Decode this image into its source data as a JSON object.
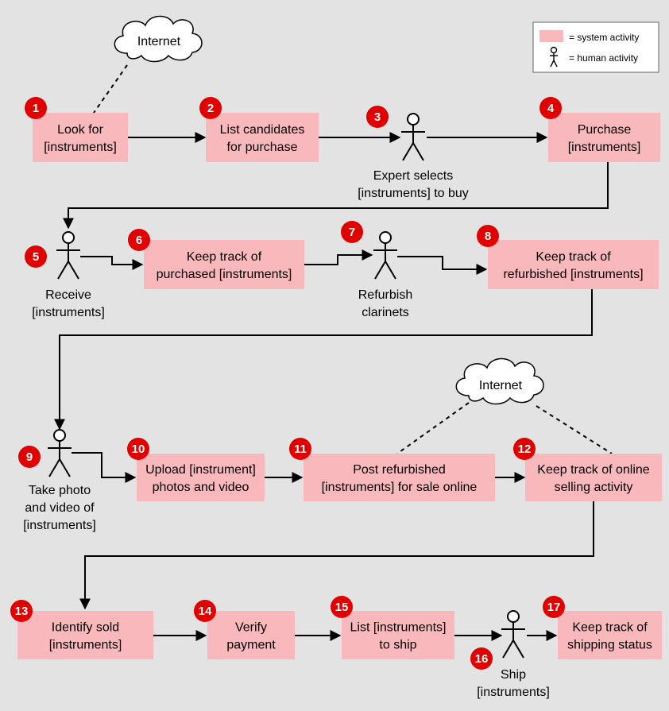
{
  "clouds": {
    "top": "Internet",
    "middle": "Internet"
  },
  "legend": {
    "system_label": "= system activity",
    "human_label": "= human activity",
    "system_color": "#f9b8bc"
  },
  "colors": {
    "box_fill": "#f9b8bc",
    "badge": "#e00000",
    "background": "#e3e3e3"
  },
  "steps": [
    {
      "num": "1",
      "kind": "system",
      "lines": [
        "Look for",
        "[instruments]"
      ]
    },
    {
      "num": "2",
      "kind": "system",
      "lines": [
        "List candidates",
        "for purchase"
      ]
    },
    {
      "num": "3",
      "kind": "human",
      "lines": [
        "Expert selects",
        "[instruments] to buy"
      ]
    },
    {
      "num": "4",
      "kind": "system",
      "lines": [
        "Purchase",
        "[instruments]"
      ]
    },
    {
      "num": "5",
      "kind": "human",
      "lines": [
        "Receive",
        "[instruments]"
      ]
    },
    {
      "num": "6",
      "kind": "system",
      "lines": [
        "Keep track of",
        "purchased [instruments]"
      ]
    },
    {
      "num": "7",
      "kind": "human",
      "lines": [
        "Refurbish",
        "clarinets"
      ]
    },
    {
      "num": "8",
      "kind": "system",
      "lines": [
        "Keep track of",
        "refurbished [instruments]"
      ]
    },
    {
      "num": "9",
      "kind": "human",
      "lines": [
        "Take photo",
        "and video of",
        "[instruments]"
      ]
    },
    {
      "num": "10",
      "kind": "system",
      "lines": [
        "Upload [instrument]",
        "photos and video"
      ]
    },
    {
      "num": "11",
      "kind": "system",
      "lines": [
        "Post refurbished",
        "[instruments] for sale online"
      ]
    },
    {
      "num": "12",
      "kind": "system",
      "lines": [
        "Keep track of online",
        "selling activity"
      ]
    },
    {
      "num": "13",
      "kind": "system",
      "lines": [
        "Identify sold",
        "[instruments]"
      ]
    },
    {
      "num": "14",
      "kind": "system",
      "lines": [
        "Verify",
        "payment"
      ]
    },
    {
      "num": "15",
      "kind": "system",
      "lines": [
        "List [instruments]",
        "to ship"
      ]
    },
    {
      "num": "16",
      "kind": "human",
      "lines": [
        "Ship",
        "[instruments]"
      ]
    },
    {
      "num": "17",
      "kind": "system",
      "lines": [
        "Keep track of",
        "shipping status"
      ]
    }
  ]
}
